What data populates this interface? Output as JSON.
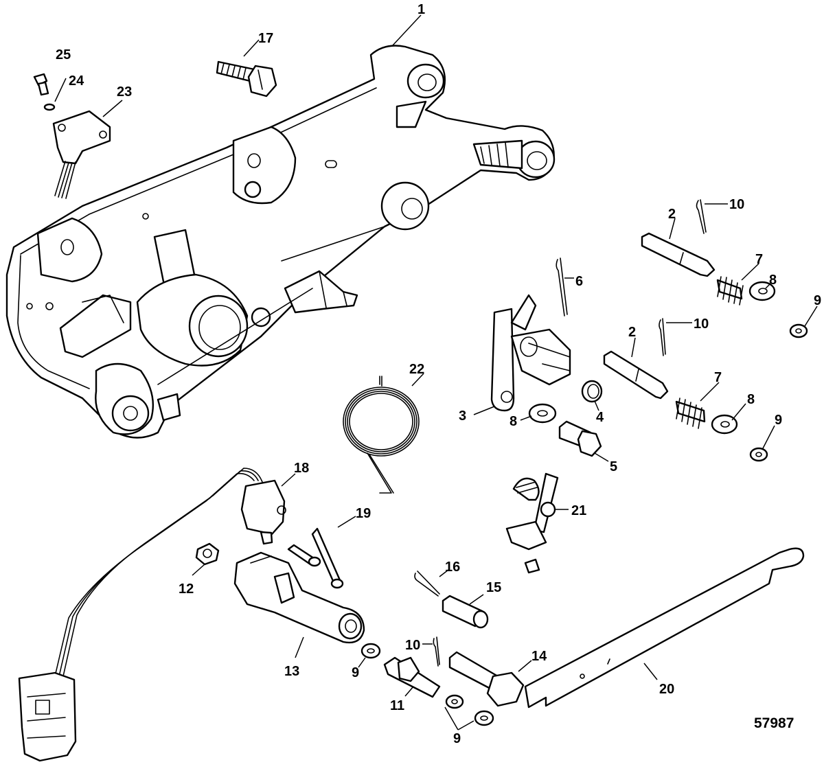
{
  "diagram": {
    "reference_number": "57987",
    "callouts": [
      {
        "id": "c1",
        "label": "1"
      },
      {
        "id": "c17",
        "label": "17"
      },
      {
        "id": "c25",
        "label": "25"
      },
      {
        "id": "c24",
        "label": "24"
      },
      {
        "id": "c23",
        "label": "23"
      },
      {
        "id": "c2a",
        "label": "2"
      },
      {
        "id": "c10a",
        "label": "10"
      },
      {
        "id": "c7a",
        "label": "7"
      },
      {
        "id": "c8a",
        "label": "8"
      },
      {
        "id": "c9a",
        "label": "9"
      },
      {
        "id": "c6",
        "label": "6"
      },
      {
        "id": "c10b",
        "label": "10"
      },
      {
        "id": "c2b",
        "label": "2"
      },
      {
        "id": "c7b",
        "label": "7"
      },
      {
        "id": "c8b",
        "label": "8"
      },
      {
        "id": "c9b",
        "label": "9"
      },
      {
        "id": "c22",
        "label": "22"
      },
      {
        "id": "c3",
        "label": "3"
      },
      {
        "id": "c4",
        "label": "4"
      },
      {
        "id": "c8c",
        "label": "8"
      },
      {
        "id": "c5",
        "label": "5"
      },
      {
        "id": "c18",
        "label": "18"
      },
      {
        "id": "c19",
        "label": "19"
      },
      {
        "id": "c21",
        "label": "21"
      },
      {
        "id": "c12",
        "label": "12"
      },
      {
        "id": "c16",
        "label": "16"
      },
      {
        "id": "c15",
        "label": "15"
      },
      {
        "id": "c13",
        "label": "13"
      },
      {
        "id": "c10c",
        "label": "10"
      },
      {
        "id": "c9c",
        "label": "9"
      },
      {
        "id": "c14",
        "label": "14"
      },
      {
        "id": "c11",
        "label": "11"
      },
      {
        "id": "c20",
        "label": "20"
      },
      {
        "id": "c9d",
        "label": "9"
      }
    ]
  }
}
